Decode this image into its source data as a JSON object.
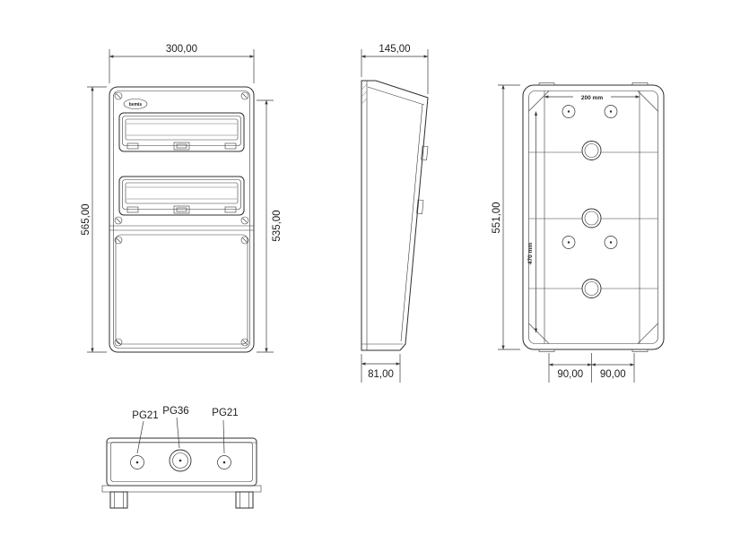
{
  "front_view": {
    "brand": "bemis",
    "dim_width": "300,00",
    "dim_height_left": "565,00",
    "dim_height_right": "535,00"
  },
  "side_view": {
    "dim_depth": "145,00",
    "dim_base_depth": "81,00"
  },
  "rear_view": {
    "dim_height": "551,00",
    "dim_hole_spacing_horizontal": "200 mm",
    "dim_hole_spacing_vertical": "470 mm",
    "dim_bottom_left": "90,00",
    "dim_bottom_right": "90,00"
  },
  "bottom_view": {
    "gland_left": "PG21",
    "gland_center": "PG36",
    "gland_right": "PG21"
  }
}
